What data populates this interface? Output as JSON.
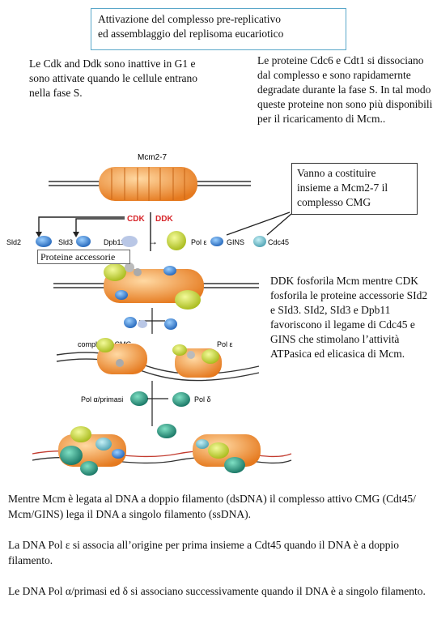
{
  "title": {
    "line1": "Attivazione del complesso pre-replicativo",
    "line2": "ed assemblaggio del replisoma eucariotico"
  },
  "left_note": "Le Cdk and Ddk sono inattive  in G1 e sono attivate  quando le cellule entrano nella fase S.",
  "right_note": "Le  proteine Cdc6 e Cdt1 si dissociano dal complesso e sono rapidamernte degradate durante la fase S. In tal modo queste proteine non sono più disponibili per il ricaricamento di Mcm..",
  "cmg_note": "Vanno a costituire insieme a Mcm2-7 il complesso CMG",
  "ddk_note": "DDK fosforila Mcm mentre CDK fosforila le proteine accessorie SId2 e SId3. SId2, SId3 e Dpb11 favoriscono il legame di Cdc45 e GINS che stimolano l’attività ATPasica ed elicasica di Mcm.",
  "diagram_labels": {
    "mcm": "Mcm2-7",
    "cdk": "CDK",
    "ddk": "DDK",
    "sld2": "Sld2",
    "sld3": "Sld3",
    "dpb11": "Dpb11",
    "pol_e": "Pol ε",
    "gins": "GINS",
    "cdc45": "Cdc45",
    "accessory": "Proteine accessorie",
    "cmg": "complesso CMG",
    "pol_e2": "Pol ε",
    "pol_alpha": "Pol α/primasi",
    "pol_delta": "Pol δ"
  },
  "paragraphs": [
    "Mentre Mcm è legata al DNA a doppio filamento (dsDNA) il complesso attivo CMG (Cdt45/ Mcm/GINS) lega il DNA a singolo filamento (ssDNA).",
    "La DNA Pol  ε si associa all’origine per prima insieme a Cdt45 quando il DNA è a doppio filamento.",
    "Le DNA Pol α/primasi ed δ si associano successivamente quando il DNA è a singolo filamento."
  ],
  "colors": {
    "mcm": "#f39a3a",
    "cdk": "#d7262b",
    "sld": "#2f7fd6",
    "pol_e": "#c8d62a",
    "gins": "#3b86d8",
    "cdc45": "#6fb7c4",
    "pol_alpha": "#1f8a74",
    "title_border": "#5aa7c9"
  }
}
